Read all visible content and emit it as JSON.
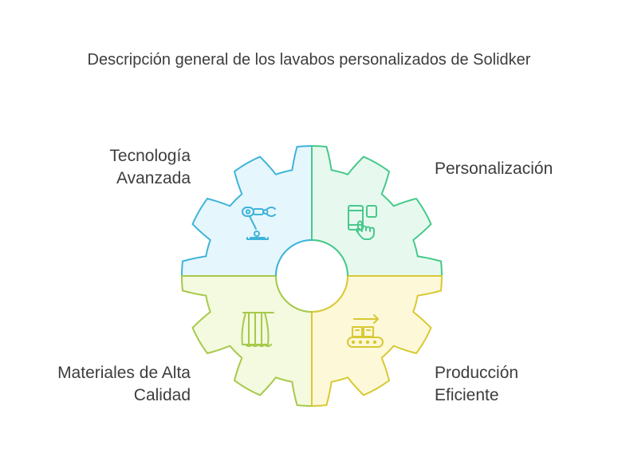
{
  "title": "Descripción general de los lavabos personalizados de Solidker",
  "segments": [
    {
      "id": "tl",
      "lines": [
        "Tecnología",
        "Avanzada"
      ],
      "icon": "robot-arm-icon",
      "fill": "#e6f6fd",
      "stroke": "#3fb4d9"
    },
    {
      "id": "tr",
      "lines": [
        "Personalización"
      ],
      "icon": "mobile-touch-icon",
      "fill": "#e7f9ef",
      "stroke": "#47c98a"
    },
    {
      "id": "bl",
      "lines": [
        "Materiales de Alta",
        "Calidad"
      ],
      "icon": "sink-curtain-icon",
      "fill": "#f3fadf",
      "stroke": "#a7c94a"
    },
    {
      "id": "br",
      "lines": [
        "Producción",
        "Eficiente"
      ],
      "icon": "conveyor-belt-icon",
      "fill": "#fdf8d8",
      "stroke": "#d8c934"
    }
  ]
}
